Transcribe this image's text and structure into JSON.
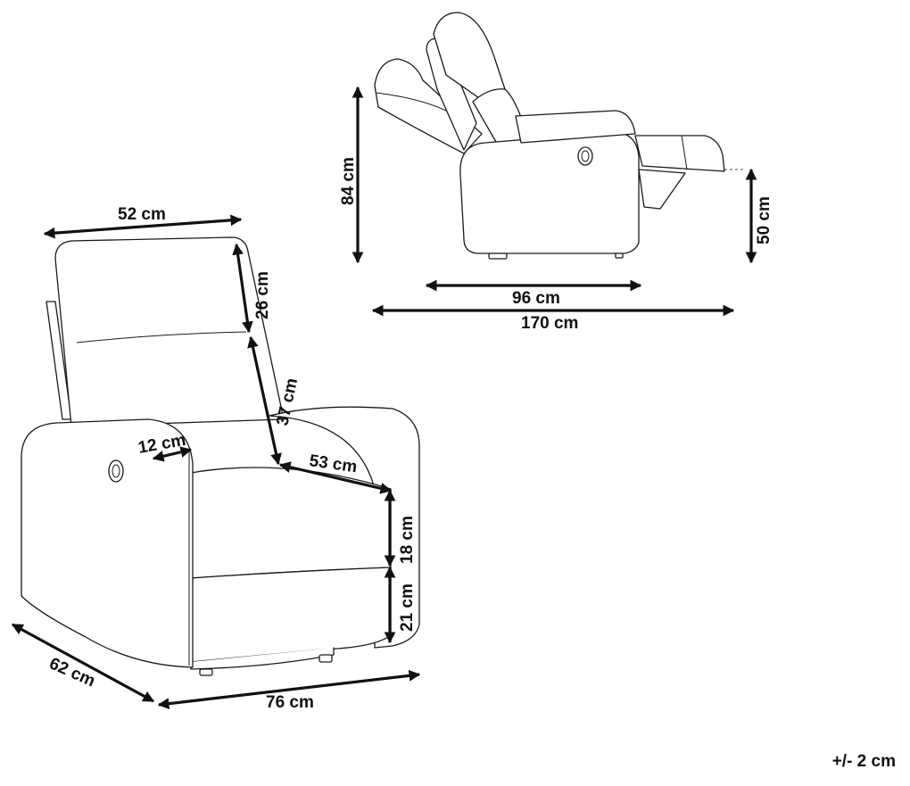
{
  "front_view": {
    "dimensions": {
      "width_top": "52 cm",
      "headrest": "26 cm",
      "backrest": "37 cm",
      "arm_width": "12 cm",
      "seat_depth": "53 cm",
      "seat_cushion": "18 cm",
      "seat_base": "21 cm",
      "depth": "62 cm",
      "width": "76 cm"
    }
  },
  "side_view": {
    "dimensions": {
      "height": "84 cm",
      "footrest_height": "50 cm",
      "depth": "96 cm",
      "reclined_length": "170 cm"
    }
  },
  "tolerance": "+/- 2 cm"
}
